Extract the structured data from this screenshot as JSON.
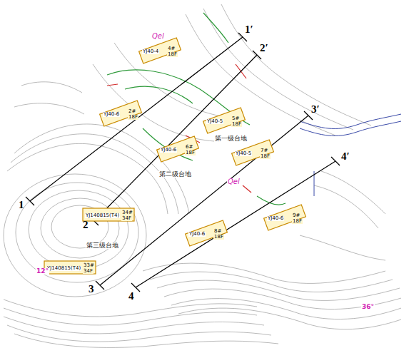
{
  "diagram": {
    "labels": [
      "1′",
      "2′",
      "3′",
      "4′",
      "1",
      "2",
      "3",
      "4",
      "第一级台地",
      "第二级台地",
      "第三级台地",
      "YJ40-4",
      "4#",
      "18F",
      "YJ40-6",
      "2#",
      "18F",
      "YJ40-5",
      "5#",
      "18F",
      "YJ40-6",
      "6#",
      "18F",
      "YJ40-5",
      "7#",
      "18F",
      "YJ140815(T4)",
      "34#",
      "34F",
      "YJ40-6",
      "8#",
      "18F",
      "YJ40-6",
      "9#",
      "18F",
      "YJ140815(T4)",
      "33#",
      "34F",
      "12°",
      "36°",
      "Qel",
      "Qel"
    ]
  }
}
